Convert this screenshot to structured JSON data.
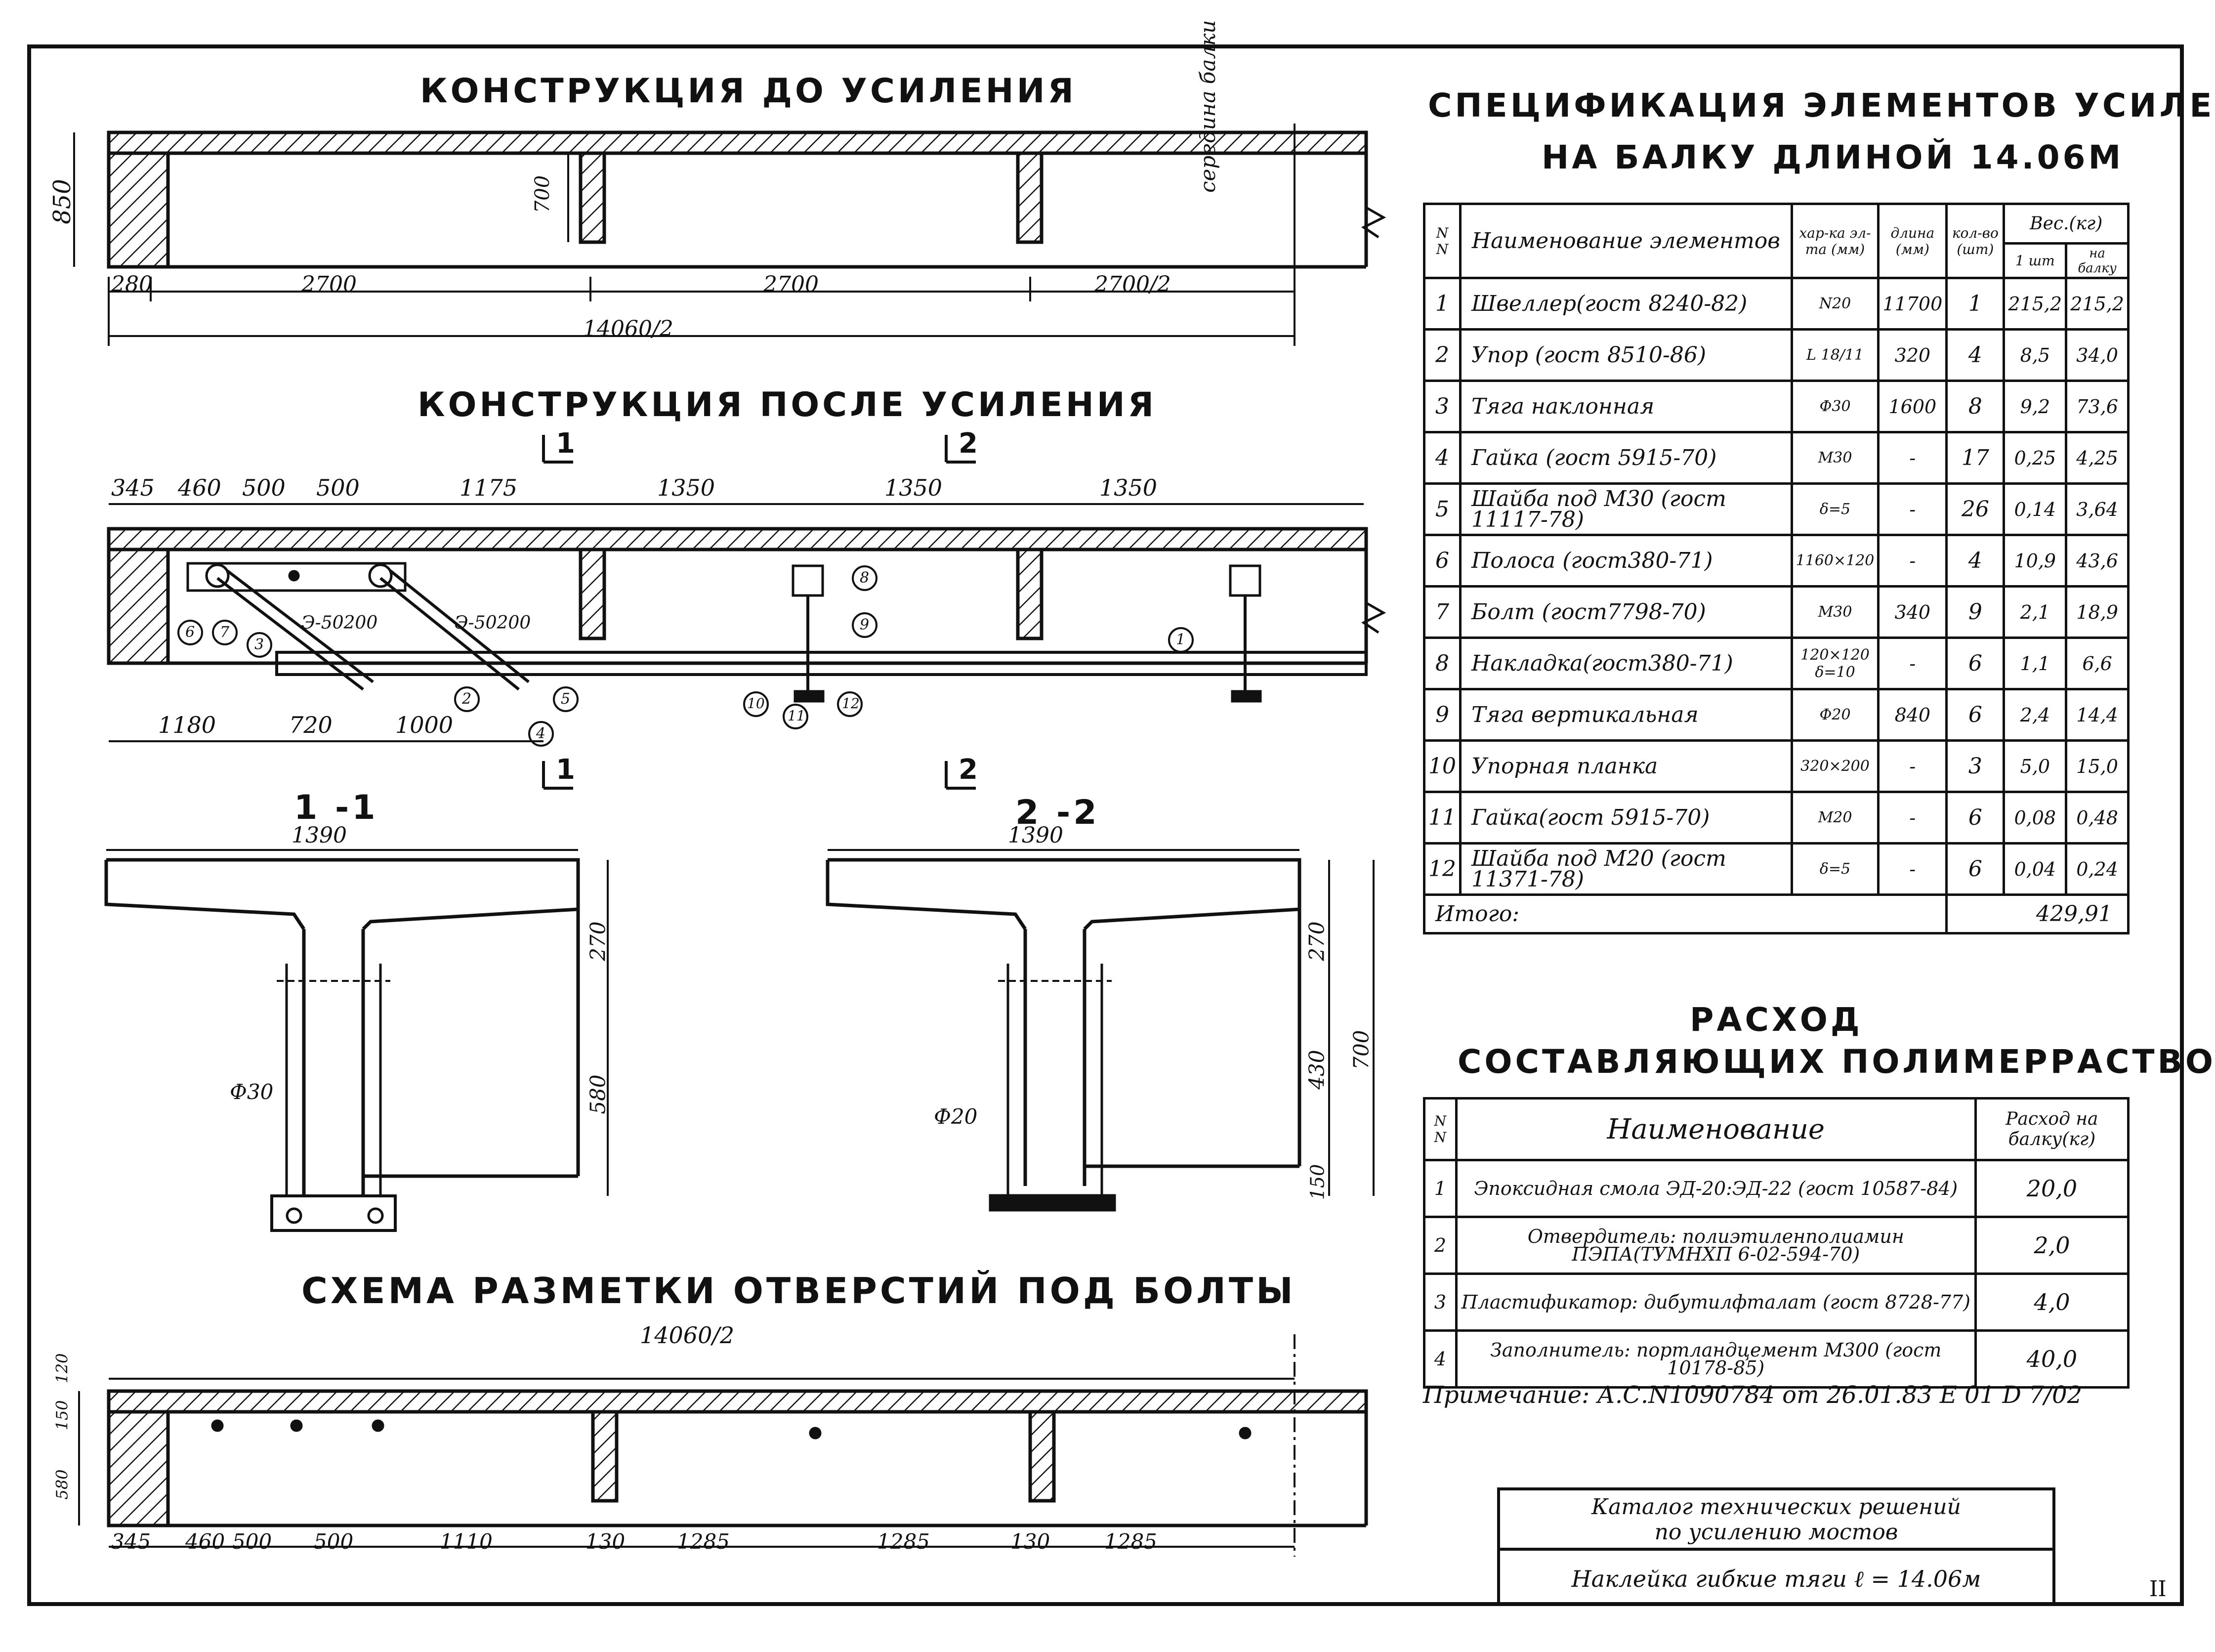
{
  "titles": {
    "before": "КОНСТРУКЦИЯ ДО УСИЛЕНИЯ",
    "after": "КОНСТРУКЦИЯ ПОСЛЕ УСИЛЕНИЯ",
    "section_1": "1 -1",
    "section_2": "2 -2",
    "holes": "СХЕМА РАЗМЕТКИ ОТВЕРСТИЙ ПОД БОЛТЫ",
    "spec_line1": "СПЕЦИФИКАЦИЯ ЭЛЕМЕНТОВ УСИЛЕНИЯ",
    "spec_line2": "НА БАЛКУ ДЛИНОЙ 14.06М",
    "consumption_line1": "РАСХОД",
    "consumption_line2": "СОСТАВЛЯЮЩИХ ПОЛИМЕРРАСТВОРА"
  },
  "before_dims": {
    "height": "850",
    "rib": "700",
    "d1": "280",
    "d2": "2700",
    "d3": "2700",
    "d4": "2700/2",
    "total": "14060/2",
    "mid_label": "середина балки"
  },
  "after_dims": {
    "top": [
      "345",
      "460",
      "500",
      "500",
      "1175",
      "1350",
      "1350",
      "1350"
    ],
    "bottom": [
      "1180",
      "720",
      "1000"
    ],
    "weld1": "Э-50200",
    "weld2": "Э-50200",
    "cut1": "1",
    "cut2": "2",
    "callouts": [
      "1",
      "2",
      "3",
      "4",
      "5",
      "6",
      "7",
      "8",
      "9",
      "10",
      "11",
      "12"
    ]
  },
  "section_dims": {
    "width": "1390",
    "s1_top": "270",
    "s1_bottom": "580",
    "s1_rod": "Ф30",
    "s2_top": "270",
    "s2_mid": "430",
    "s2_total": "700",
    "s2_bottom": "150",
    "s2_rod": "Ф20"
  },
  "holes_dims": {
    "total": "14060/2",
    "left": [
      "120",
      "150",
      "580"
    ],
    "bottom": [
      "345",
      "460",
      "500",
      "500",
      "1110",
      "130",
      "1285",
      "1285",
      "130",
      "1285"
    ]
  },
  "spec_table": {
    "headers": {
      "no": "N N",
      "name": "Наименование элементов",
      "char": "хар-ка эл-та (мм)",
      "length": "длина (мм)",
      "qty": "кол-во (шт)",
      "weight": "Вес.(кг)",
      "w1": "1 шт",
      "wtotal": "на балку"
    },
    "rows": [
      {
        "no": "1",
        "name": "Швеллер(гост 8240-82)",
        "char": "N20",
        "len": "11700",
        "qty": "1",
        "w1": "215,2",
        "wt": "215,2"
      },
      {
        "no": "2",
        "name": "Упор (гост 8510-86)",
        "char": "L 18/11",
        "len": "320",
        "qty": "4",
        "w1": "8,5",
        "wt": "34,0"
      },
      {
        "no": "3",
        "name": "Тяга наклонная",
        "char": "Ф30",
        "len": "1600",
        "qty": "8",
        "w1": "9,2",
        "wt": "73,6"
      },
      {
        "no": "4",
        "name": "Гайка (гост 5915-70)",
        "char": "М30",
        "len": "-",
        "qty": "17",
        "w1": "0,25",
        "wt": "4,25"
      },
      {
        "no": "5",
        "name": "Шайба под М30 (гост 11117-78)",
        "char": "δ=5",
        "len": "-",
        "qty": "26",
        "w1": "0,14",
        "wt": "3,64"
      },
      {
        "no": "6",
        "name": "Полоса (гост380-71)",
        "char": "1160×120",
        "len": "-",
        "qty": "4",
        "w1": "10,9",
        "wt": "43,6"
      },
      {
        "no": "7",
        "name": "Болт (гост7798-70)",
        "char": "М30",
        "len": "340",
        "qty": "9",
        "w1": "2,1",
        "wt": "18,9"
      },
      {
        "no": "8",
        "name": "Накладка(гост380-71)",
        "char": "120×120 δ=10",
        "len": "-",
        "qty": "6",
        "w1": "1,1",
        "wt": "6,6"
      },
      {
        "no": "9",
        "name": "Тяга вертикальная",
        "char": "Ф20",
        "len": "840",
        "qty": "6",
        "w1": "2,4",
        "wt": "14,4"
      },
      {
        "no": "10",
        "name": "Упорная планка",
        "char": "320×200",
        "len": "-",
        "qty": "3",
        "w1": "5,0",
        "wt": "15,0"
      },
      {
        "no": "11",
        "name": "Гайка(гост 5915-70)",
        "char": "М20",
        "len": "-",
        "qty": "6",
        "w1": "0,08",
        "wt": "0,48"
      },
      {
        "no": "12",
        "name": "Шайба под М20 (гост 11371-78)",
        "char": "δ=5",
        "len": "-",
        "qty": "6",
        "w1": "0,04",
        "wt": "0,24"
      }
    ],
    "total_label": "Итого:",
    "total_value": "429,91"
  },
  "consumption_table": {
    "headers": {
      "no": "N N",
      "name": "Наименование",
      "amount": "Расход на балку(кг)"
    },
    "rows": [
      {
        "no": "1",
        "name": "Эпоксидная смола ЭД-20:ЭД-22 (гост 10587-84)",
        "amount": "20,0"
      },
      {
        "no": "2",
        "name": "Отвердитель: полиэтиленполиамин ПЭПА(ТУМНХП 6-02-594-70)",
        "amount": "2,0"
      },
      {
        "no": "3",
        "name": "Пластификатор: дибутилфталат (гост 8728-77)",
        "amount": "4,0"
      },
      {
        "no": "4",
        "name": "Заполнитель: портландцемент М300 (гост 10178-85)",
        "amount": "40,0"
      }
    ]
  },
  "note": "Примечание: А.С.N1090784 от 26.01.83 E 01 D 7/02",
  "stamp": {
    "line1": "Каталог технических решений",
    "line2": "по усилению мостов",
    "line3": "Наклейка гибкие тяги ℓ = 14.06м"
  },
  "sheet_no": "II"
}
